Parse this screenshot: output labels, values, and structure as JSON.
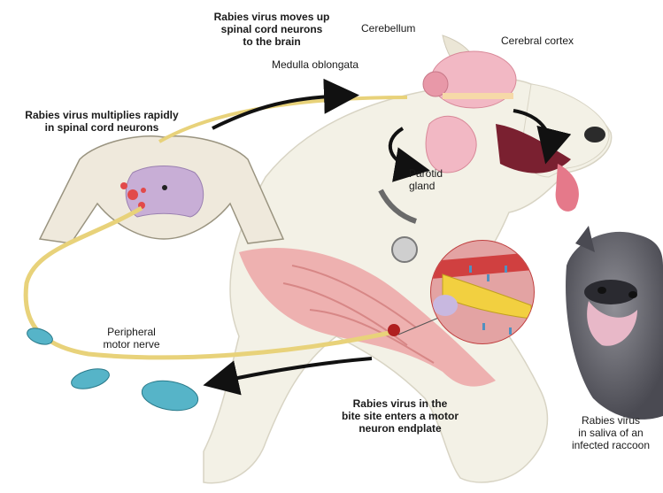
{
  "labels": {
    "moves_up": [
      "Rabies virus moves up",
      "spinal cord neurons",
      "to the brain"
    ],
    "cerebellum": "Cerebellum",
    "cerebral_cortex": "Cerebral cortex",
    "medulla": "Medulla oblongata",
    "multiplies": [
      "Rabies virus multiplies rapidly",
      "in spinal cord neurons"
    ],
    "parotid": [
      "Parotid",
      "gland"
    ],
    "peripheral": [
      "Peripheral",
      "motor nerve"
    ],
    "bite_site": [
      "Rabies virus in the",
      "bite site enters a motor",
      "neuron endplate"
    ],
    "saliva": [
      "Rabies virus",
      "in saliva of an",
      "infected  raccoon"
    ]
  },
  "colors": {
    "dog_fur": "#f3f1e6",
    "brain": "#f2b8c4",
    "muscle": "#e8a0a0",
    "nerve": "#e8d27a",
    "virus": "#56b4c8",
    "spinal": "#efe9dc",
    "grey_matter": "#c8aed6"
  }
}
